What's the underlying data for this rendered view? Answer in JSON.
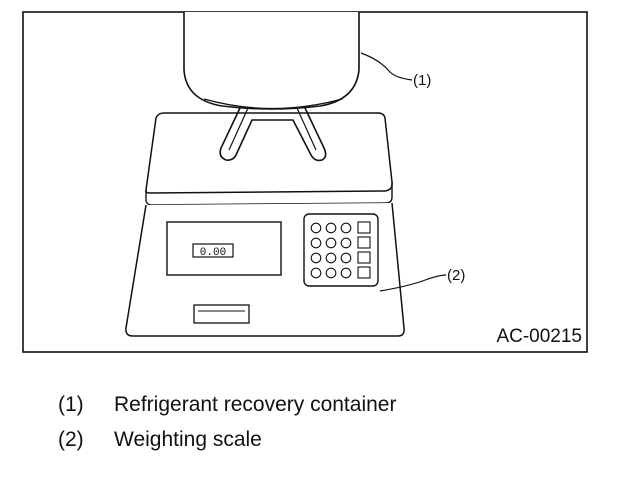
{
  "figure": {
    "id": "AC-00215",
    "callouts": [
      {
        "num": "(1)"
      },
      {
        "num": "(2)"
      }
    ],
    "display_text": "0.00"
  },
  "legend": [
    {
      "num": "(1)",
      "label": "Refrigerant recovery container"
    },
    {
      "num": "(2)",
      "label": "Weighting scale"
    }
  ]
}
